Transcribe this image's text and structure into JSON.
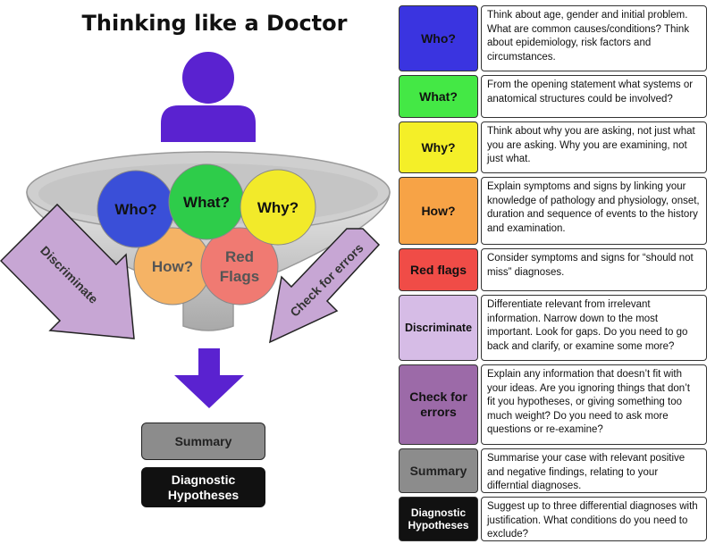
{
  "title": "Thinking like a Doctor",
  "funnel": {
    "circles": [
      {
        "label": "Who?",
        "fill": "#3a4fd8",
        "text_color": "#111111"
      },
      {
        "label": "What?",
        "fill": "#2ecc4a",
        "text_color": "#111111"
      },
      {
        "label": "Why?",
        "fill": "#f2ea2a",
        "text_color": "#111111"
      },
      {
        "label": "How?",
        "fill": "#f5b365",
        "text_color": "#555555"
      },
      {
        "label": "Red Flags",
        "fill": "#f07a72",
        "text_color": "#555555"
      }
    ],
    "left_arrow": "Discriminate",
    "right_arrow": "Check for errors"
  },
  "outputs": {
    "summary": "Summary",
    "hypotheses": "Diagnostic Hypotheses"
  },
  "table": {
    "rows": [
      {
        "key": "Who?",
        "color": "#3a34e0",
        "text_color": "#111111",
        "desc": "Think about age, gender and initial problem. What are common causes/conditions? Think about epidemiology, risk factors and circumstances."
      },
      {
        "key": "What?",
        "color": "#44e845",
        "text_color": "#111111",
        "desc": "From the opening statement what systems or anatomical structures could be involved?"
      },
      {
        "key": "Why?",
        "color": "#f4ef28",
        "text_color": "#111111",
        "desc": "Think about why you are asking, not just what you are asking. Why you are examining, not just what."
      },
      {
        "key": "How?",
        "color": "#f7a346",
        "text_color": "#111111",
        "desc": "Explain symptoms and signs by linking your knowledge of pathology and physiology, onset, duration and sequence of events to the history and examination."
      },
      {
        "key": "Red flags",
        "color": "#f04c47",
        "text_color": "#111111",
        "desc": "Consider symptoms and signs for “should not miss” diagnoses."
      },
      {
        "key": "Discriminate",
        "color": "#d6bce6",
        "text_color": "#111111",
        "desc": "Differentiate relevant from irrelevant information. Narrow down to the most important. Look for gaps. Do you need to go back and clarify, or examine some more?"
      },
      {
        "key": "Check for errors",
        "color": "#9c6aa8",
        "text_color": "#111111",
        "desc": "Explain any information that doesn’t fit with your ideas. Are you ignoring things that don’t fit you hypotheses, or giving something too much weight? Do you need to ask more questions or re-examine?"
      },
      {
        "key": "Summary",
        "color": "#8c8c8c",
        "text_color": "#222222",
        "desc": "Summarise your case with relevant positive and negative findings, relating to your differntial diagnoses."
      },
      {
        "key": "Diagnostic Hypotheses",
        "color": "#111111",
        "text_color": "#ffffff",
        "desc": "Suggest up to three differential diagnoses with justification. What conditions do you need to exclude?"
      }
    ]
  },
  "colors": {
    "person": "#5a22d0",
    "down_arrow": "#5a22d0",
    "side_arrows": "#c7a6d4",
    "funnel": "#c8c8c8"
  }
}
